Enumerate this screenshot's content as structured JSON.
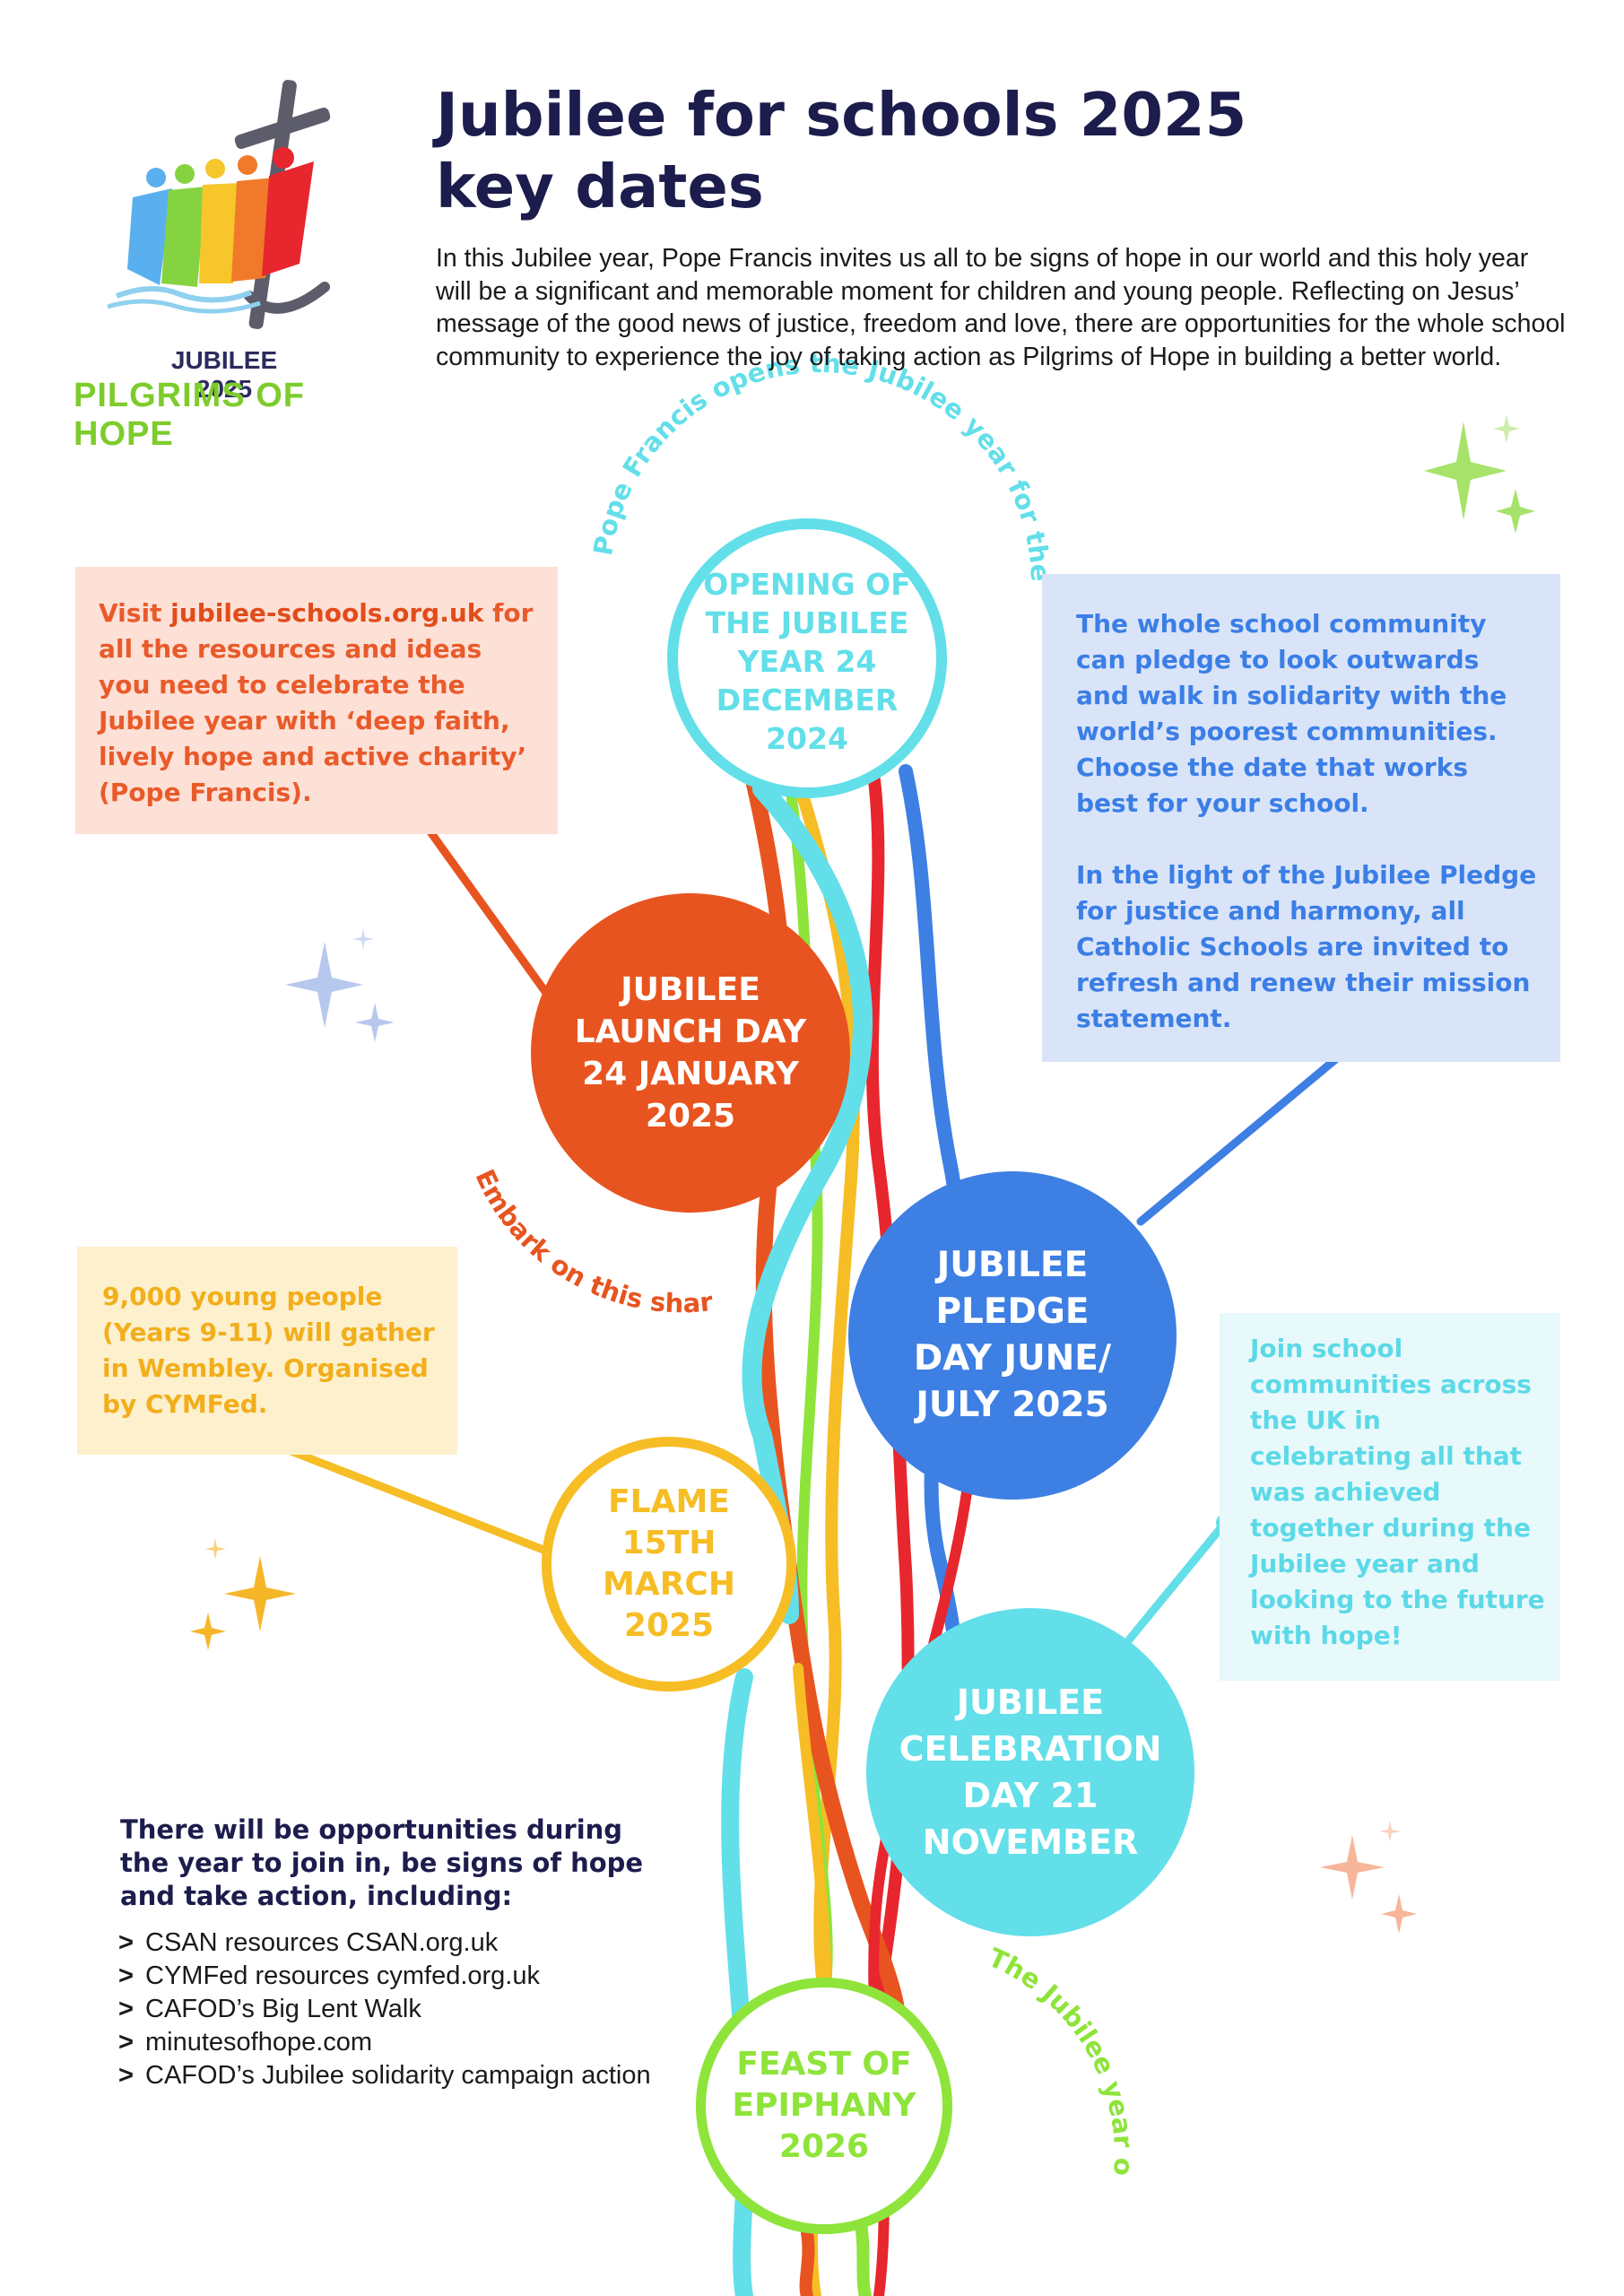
{
  "header": {
    "title_line1": "Jubilee for schools 2025",
    "title_line2": "key dates",
    "intro": "In this Jubilee year, Pope Francis invites us all to be signs of hope in our world and this holy year will be a significant and memorable moment for children and young people. Reflecting on Jesus’ message of the good news of justice, freedom and love, there are opportunities for the whole school community to experience the joy of taking action as Pilgrims of Hope in building a better world."
  },
  "logo": {
    "line1": "JUBILEE 2025",
    "line2": "PILGRIMS OF HOPE",
    "icon": "jubilee-cross-anchor-figures"
  },
  "timeline": {
    "opening": {
      "label": "OPENING OF THE JUBILEE YEAR 24 DECEMBER 2024",
      "arc_text": "Pope Francis opens the Jubilee year for the global Church family."
    },
    "launch": {
      "label": "JUBILEE LAUNCH DAY 24 JANUARY 2025",
      "arc_text": "Embark on this shared journey of hope."
    },
    "pledge": {
      "label": "JUBILEE PLEDGE DAY JUNE/ JULY 2025"
    },
    "flame": {
      "label": "FLAME 15TH MARCH 2025"
    },
    "celebration": {
      "label": "JUBILEE CELEBRATION DAY 21 NOVEMBER"
    },
    "epiphany": {
      "label": "FEAST OF EPIPHANY 2026",
      "arc_text": "The Jubilee year officially ends."
    }
  },
  "boxes": {
    "resources": {
      "prefix": "Visit ",
      "link": "jubilee-schools.org.uk",
      "suffix": " for all the resources and ideas you need to celebrate the Jubilee year with ‘deep faith, lively hope and active charity’ (Pope Francis)."
    },
    "pledge_p1": "The whole school community can pledge to look outwards and walk in solidarity with the world’s poorest communities. Choose the date that works best for your school.",
    "pledge_p2": "In the light of the Jubilee Pledge for justice and harmony, all Catholic Schools are invited to refresh and renew their mission statement.",
    "wembley": "9,000 young people (Years 9-11) will gather in Wembley. Organised by CYMFed.",
    "celebration": "Join school communities across the UK in celebrating all that was achieved together during the Jubilee year and looking to the future with hope!"
  },
  "opportunities": {
    "heading": "There will be opportunities during the year to join in, be signs of hope and take action, including:",
    "bullet": ">",
    "items": [
      "CSAN resources CSAN.org.uk",
      "CYMFed resources cymfed.org.uk",
      "CAFOD’s Big Lent Walk",
      "minutesofhope.com",
      "CAFOD’s Jubilee solidarity campaign action"
    ]
  },
  "colors": {
    "navy": "#1c1c4d",
    "cyan": "#62dfe9",
    "orange": "#e8541f",
    "blue": "#3d7fe3",
    "yellow": "#f6bd25",
    "green": "#8ee43a",
    "red": "#e8262e"
  }
}
